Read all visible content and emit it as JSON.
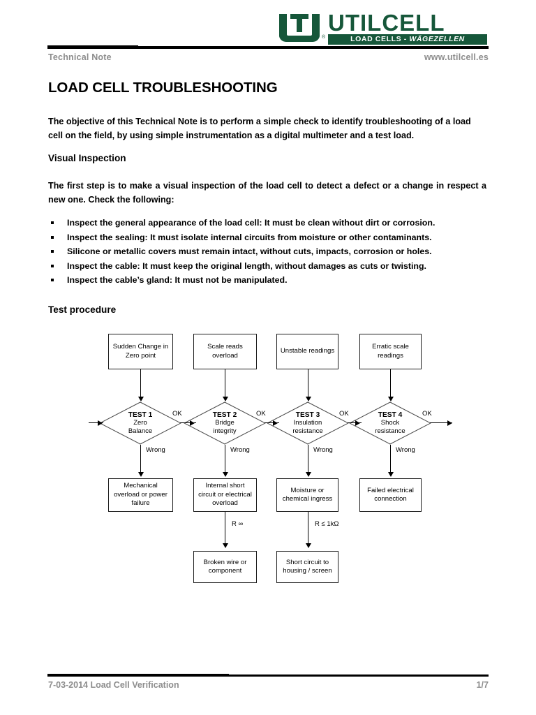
{
  "brand": {
    "logo_word": "UTILCELL",
    "logo_tagline_main": "LOAD CELLS - ",
    "logo_tagline_italic": "WÄGEZELLEN",
    "registered_mark": "®",
    "green": "#16573a"
  },
  "header": {
    "left_label": "Technical Note",
    "right_label": "www.utilcell.es"
  },
  "document": {
    "title": "LOAD CELL TROUBLESHOOTING",
    "intro_paragraph": "The objective of this Technical Note is to perform a simple check to identify troubleshooting of a load cell on the field, by using simple instrumentation as a digital multimeter and a test load.",
    "visual_inspection_heading": "Visual Inspection",
    "visual_inspection_paragraph": "The first step is to make a visual inspection of the load cell to detect a defect or a change in respect a new one. Check the following:",
    "bullets": [
      "Inspect the general appearance of the load cell: It must be clean without dirt or corrosion.",
      "Inspect the sealing: It must isolate internal circuits from moisture or other contaminants.",
      "Silicone or metallic covers must remain intact, without cuts, impacts, corrosion or holes.",
      "Inspect the cable: It must keep the original length, without damages as cuts or twisting.",
      "Inspect the cable’s gland: It must not be manipulated."
    ],
    "test_procedure_heading": "Test procedure"
  },
  "flowchart": {
    "symptoms": [
      "Sudden Change in Zero point",
      "Scale reads overload",
      "Unstable readings",
      "Erratic scale readings"
    ],
    "tests": [
      {
        "title": "TEST 1",
        "subtitle_line1": "Zero",
        "subtitle_line2": "Balance"
      },
      {
        "title": "TEST 2",
        "subtitle_line1": "Bridge",
        "subtitle_line2": "integrity"
      },
      {
        "title": "TEST 3",
        "subtitle_line1": "Insulation",
        "subtitle_line2": "resistance"
      },
      {
        "title": "TEST 4",
        "subtitle_line1": "Shock",
        "subtitle_line2": "resistance"
      }
    ],
    "ok_labels": [
      "OK",
      "OK",
      "OK",
      "OK"
    ],
    "wrong_labels": [
      "Wrong",
      "Wrong",
      "Wrong",
      "Wrong"
    ],
    "faults": [
      "Mechanical overload or power failure",
      "Internal short circuit or electrical overload",
      "Moisture or chemical ingress",
      "Failed electrical connection"
    ],
    "resistance_labels": [
      "R ∞",
      "R ≤ 1kΩ"
    ],
    "outcomes": [
      "Broken wire or component",
      "Short circuit to housing / screen"
    ]
  },
  "footer": {
    "left_label": "7-03-2014   Load Cell Verification",
    "page_number": "1/7"
  }
}
